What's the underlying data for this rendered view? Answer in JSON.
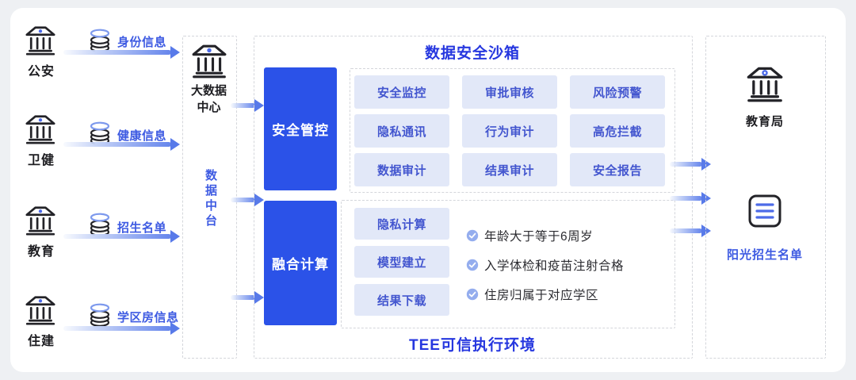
{
  "palette": {
    "primary_blue": "#2b52e8",
    "title_blue": "#2637df",
    "label_blue": "#3e5be2",
    "cell_bg": "#e2e8f8",
    "cell_text": "#4356cf",
    "arrow_blue": "#587ae9",
    "check_icon_blue": "#94adee",
    "icon_stroke": "#232328",
    "dashed_border": "#d4d6db"
  },
  "icons": {
    "bank": "bank-building-icon",
    "database": "database-cylinder-icon",
    "document_list": "list-document-icon",
    "check": "check-circle-icon",
    "arrow": "flow-arrow-right"
  },
  "sources": [
    {
      "org": "公安",
      "data": "身份信息"
    },
    {
      "org": "卫健",
      "data": "健康信息"
    },
    {
      "org": "教育",
      "data": "招生名单"
    },
    {
      "org": "住建",
      "data": "学区房信息"
    }
  ],
  "hub": {
    "name_line1": "大数据",
    "name_line2": "中心",
    "platform": "数据中台"
  },
  "sandbox": {
    "title": "数据安全沙箱",
    "footer": "TEE可信执行环境",
    "security": {
      "label": "安全管控",
      "items": [
        "安全监控",
        "审批审核",
        "风险预警",
        "隐私通讯",
        "行为审计",
        "高危拦截",
        "数据审计",
        "结果审计",
        "安全报告"
      ]
    },
    "compute": {
      "label": "融合计算",
      "items": [
        "隐私计算",
        "模型建立",
        "结果下载"
      ],
      "rules": [
        "年龄大于等于6周岁",
        "入学体检和疫苗注射合格",
        "住房归属于对应学区"
      ]
    }
  },
  "output": {
    "bureau": "教育局",
    "list": "阳光招生名单"
  }
}
